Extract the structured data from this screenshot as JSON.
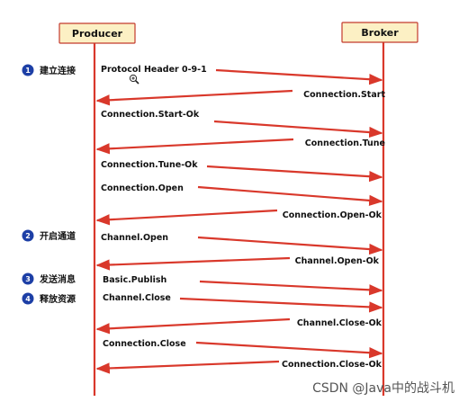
{
  "colors": {
    "participant_fill": "#fcf0c4",
    "participant_border": "#c33a2c",
    "lifeline": "#d9382b",
    "arrow": "#d9382b",
    "step_badge": "#1d3fa6",
    "watermark": "#555555"
  },
  "participants": {
    "producer": "Producer",
    "broker": "Broker"
  },
  "steps": [
    {
      "number": "1",
      "label": "建立连接"
    },
    {
      "number": "2",
      "label": "开启通道"
    },
    {
      "number": "3",
      "label": "发送消息"
    },
    {
      "number": "4",
      "label": "释放资源"
    }
  ],
  "messages": [
    {
      "label": "Protocol Header 0-9-1",
      "direction": "to_broker"
    },
    {
      "label": "Connection.Start",
      "direction": "to_producer"
    },
    {
      "label": "Connection.Start-Ok",
      "direction": "to_broker"
    },
    {
      "label": "Connection.Tune",
      "direction": "to_producer"
    },
    {
      "label": "Connection.Tune-Ok",
      "direction": "to_broker"
    },
    {
      "label": "Connection.Open",
      "direction": "to_broker"
    },
    {
      "label": "Connection.Open-Ok",
      "direction": "to_producer"
    },
    {
      "label": "Channel.Open",
      "direction": "to_broker"
    },
    {
      "label": "Channel.Open-Ok",
      "direction": "to_producer"
    },
    {
      "label": "Basic.Publish",
      "direction": "to_broker"
    },
    {
      "label": "Channel.Close",
      "direction": "to_broker"
    },
    {
      "label": "Channel.Close-Ok",
      "direction": "to_producer"
    },
    {
      "label": "Connection.Close",
      "direction": "to_broker"
    },
    {
      "label": "Connection.Close-Ok",
      "direction": "to_producer"
    }
  ],
  "watermark": "CSDN @Java中的战斗机",
  "cursor_icon": "zoom-in-icon"
}
